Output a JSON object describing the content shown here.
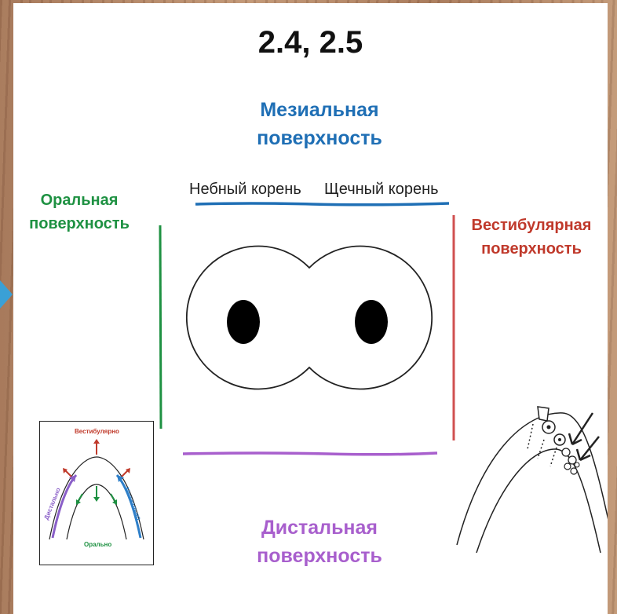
{
  "title": "2.4, 2.5",
  "surfaces": {
    "mesial": [
      "Мезиальная",
      "поверхность"
    ],
    "distal": [
      "Дистальная",
      "поверхность"
    ],
    "oral": [
      "Оральная",
      "поверхность"
    ],
    "vestibular": [
      "Вестибулярная",
      "поверхность"
    ]
  },
  "roots": {
    "palatal": "Небный корень",
    "buccal": "Щечный корень"
  },
  "inset": {
    "top": "Вестибулярно",
    "bottom": "Орально",
    "left": "Дистально",
    "right": "Мезиально"
  },
  "colors": {
    "mesial": "#1f6fb5",
    "distal": "#a85fcd",
    "oral": "#1e9142",
    "vestibular": "#c0392b"
  }
}
